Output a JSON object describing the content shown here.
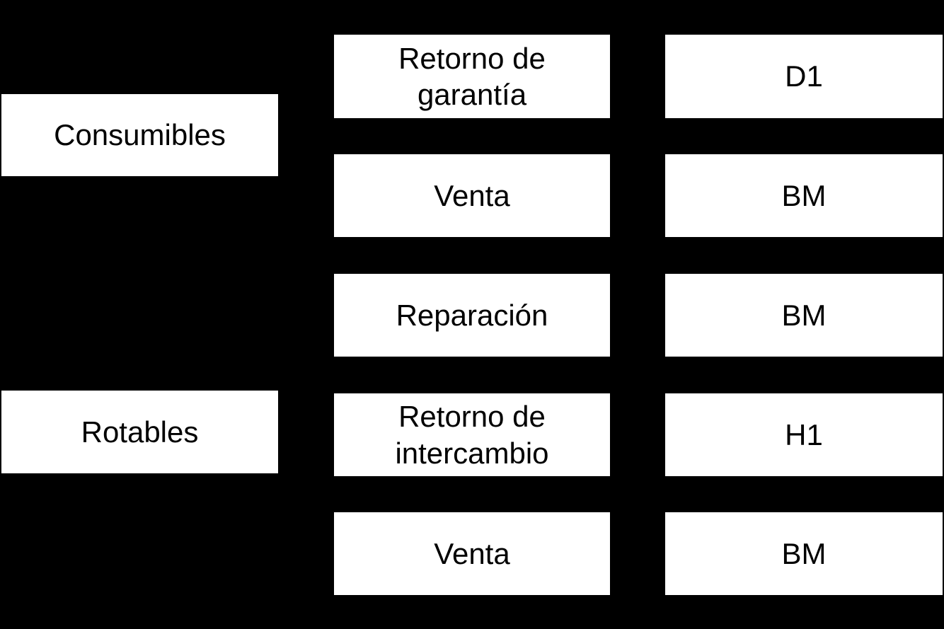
{
  "colors": {
    "background": "#000000",
    "box_fill": "#ffffff",
    "box_text": "#000000"
  },
  "diagram": {
    "categories": [
      {
        "label": "Consumibles"
      },
      {
        "label": "Rotables"
      }
    ],
    "processes": [
      {
        "label": "Retorno de garantía",
        "code": "D1"
      },
      {
        "label": "Venta",
        "code": "BM"
      },
      {
        "label": "Reparación",
        "code": "BM"
      },
      {
        "label": "Retorno de intercambio",
        "code": "H1"
      },
      {
        "label": "Venta",
        "code": "BM"
      }
    ]
  }
}
